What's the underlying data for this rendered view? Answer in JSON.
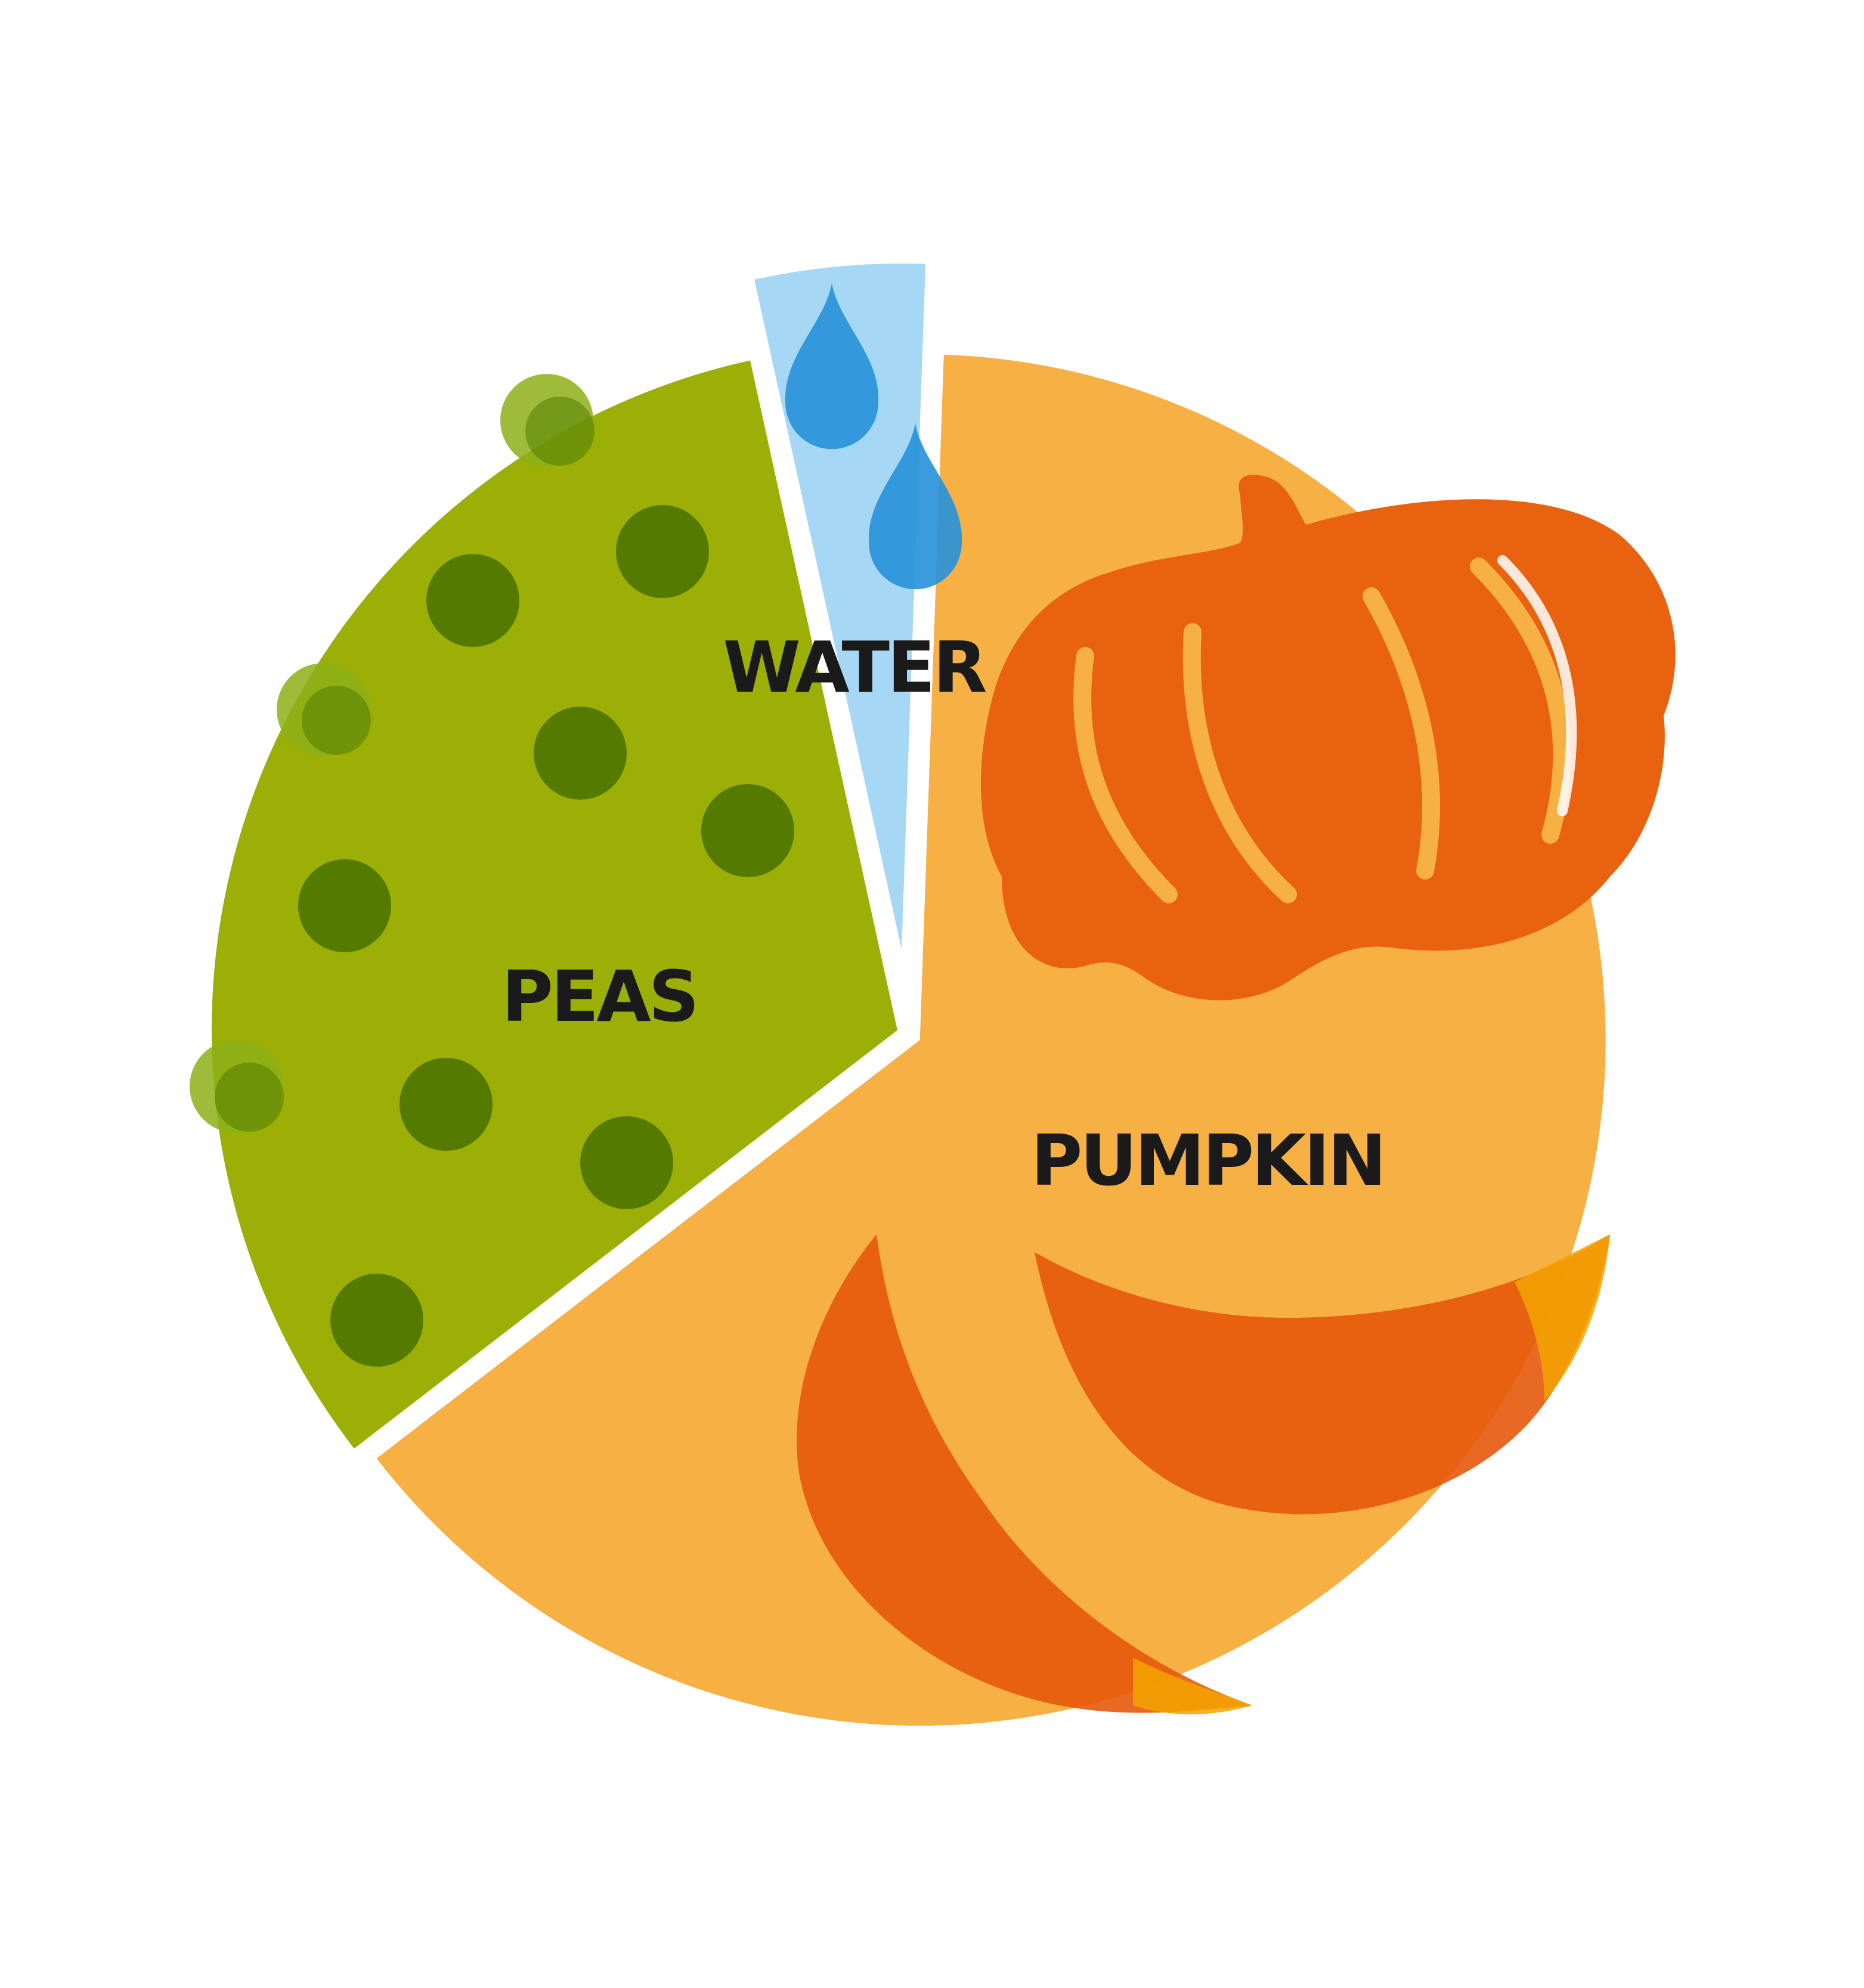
{
  "chart_data": {
    "type": "pie",
    "slices": [
      {
        "label": "PUMPKIN",
        "value": 0.64,
        "color": "#f6b044"
      },
      {
        "label": "PEAS",
        "value": 0.32,
        "color": "#9baf07"
      },
      {
        "label": "WATER",
        "value": 0.04,
        "color": "#a6d8f5"
      }
    ],
    "legend": "none",
    "decorations": {
      "pea_color": "#547b00",
      "pea_outside_color": "#8db018",
      "water_drop_color": "#2a93d9",
      "pumpkin_color": "#e8620f",
      "pumpkin_rib_color": "#f6b044",
      "wedge_color": "#e5590c",
      "wedge_tip_color": "#f3a500"
    }
  }
}
